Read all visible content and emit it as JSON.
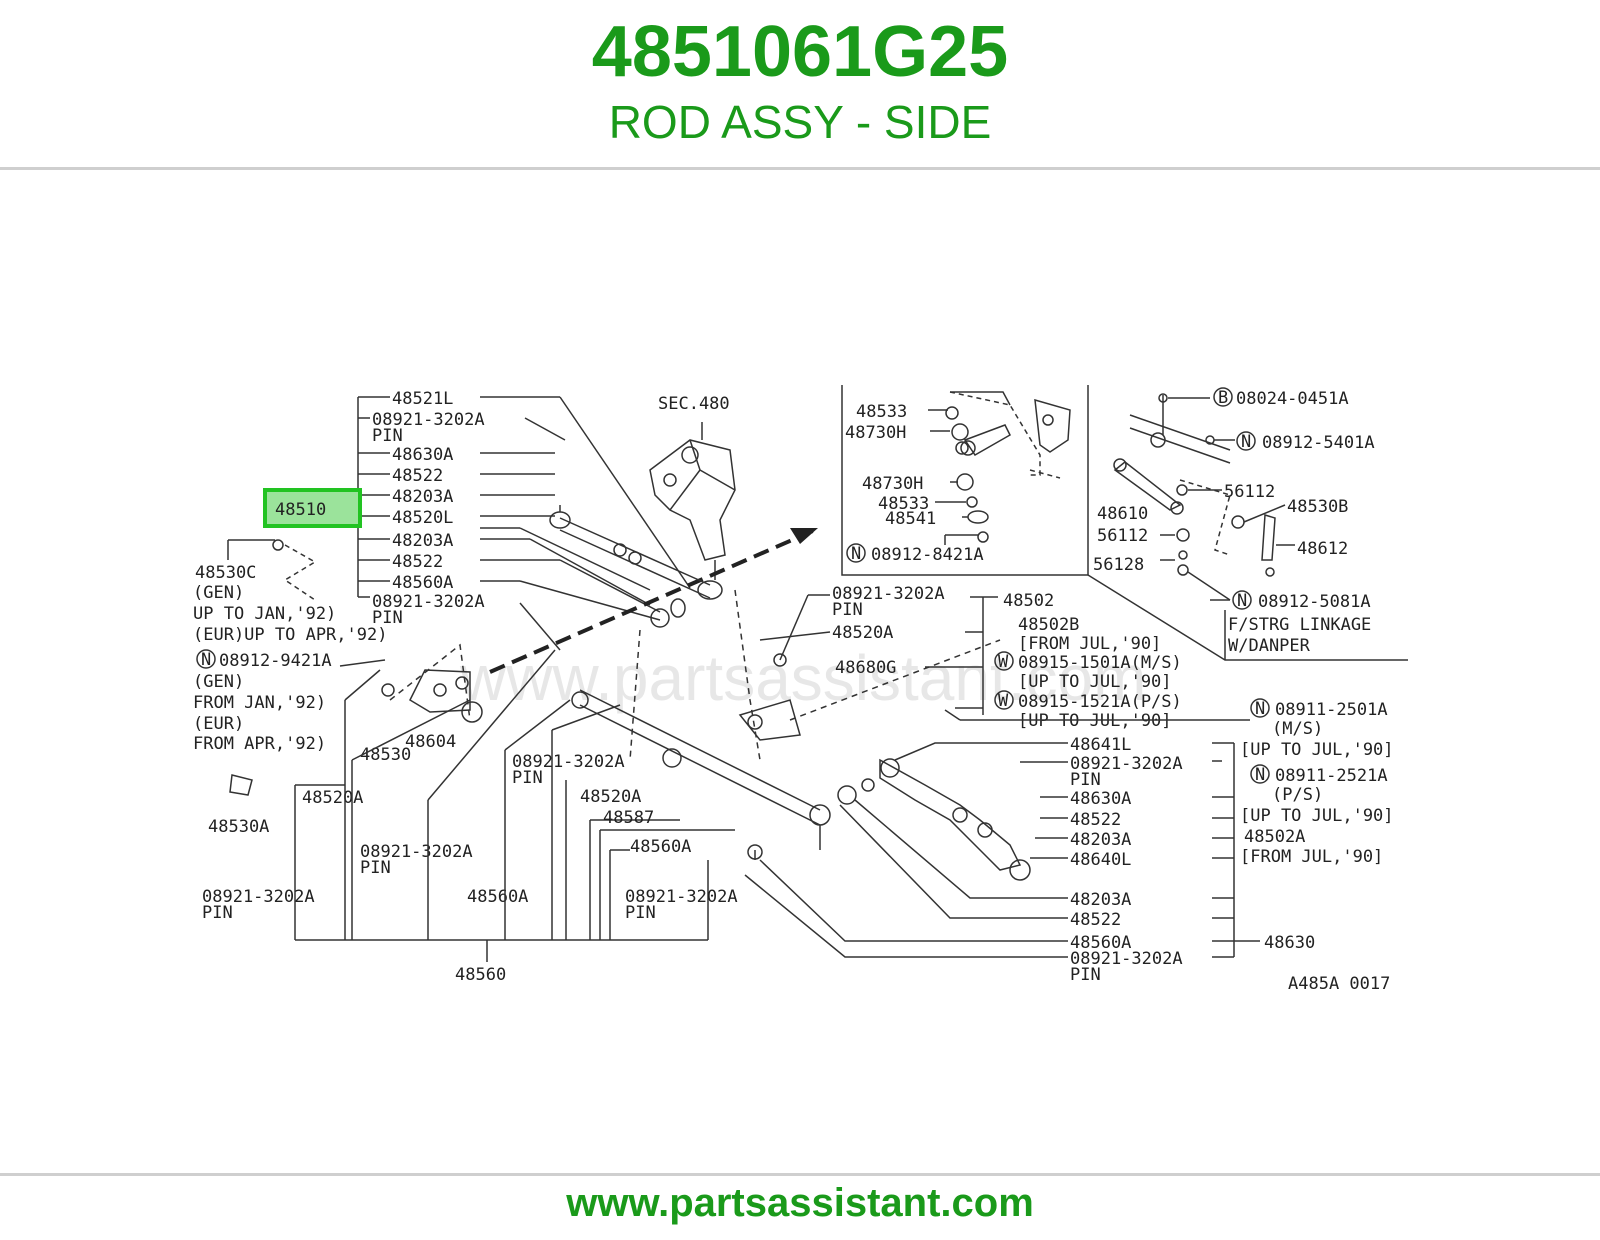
{
  "header": {
    "part_number": "4851061G25",
    "part_name": "ROD ASSY - SIDE"
  },
  "footer": {
    "url": "www.partsassistant.com"
  },
  "colors": {
    "brand_green": "#1a9a1a",
    "highlight_fill": "#9be39b",
    "highlight_border": "#22c322",
    "line": "#333333"
  },
  "diagram": {
    "watermark": "www.partsassistant.com",
    "highlighted_part": "48510",
    "sec": "SEC.480",
    "code": "A485A 0017",
    "left_labels": [
      "48521L",
      "08921-3202A",
      "PIN",
      "48630A",
      "48522",
      "48203A",
      "48520L",
      "48203A",
      "48522",
      "48560A",
      "08921-3202A",
      "PIN"
    ],
    "left_notes": [
      "48530C",
      "(GEN)",
      "UP TO JAN,'92)",
      "(EUR)UP TO APR,'92)",
      "N",
      "08912-9421A",
      "(GEN)",
      "FROM JAN,'92)",
      "(EUR)",
      "FROM APR,'92)"
    ],
    "lower_left": [
      "48530",
      "48604",
      "48520A",
      "48530A",
      "08921-3202A",
      "PIN",
      "08921-3202A",
      "PIN",
      "48560A",
      "48560"
    ],
    "lower_mid": [
      "08921-3202A",
      "PIN",
      "48520A",
      "48587",
      "48560A",
      "08921-3202A",
      "PIN"
    ],
    "center_labels": [
      "08921-3202A",
      "PIN",
      "48520A",
      "48680G",
      "48502",
      "48502B",
      "[FROM JUL,'90]",
      "W",
      "08915-1501A(M/S)",
      "[UP TO JUL,'90]",
      "W",
      "08915-1521A(P/S)",
      "[UP TO JUL,'90]"
    ],
    "inset_labels": [
      "48533",
      "48730H",
      "48730H",
      "48533",
      "48541",
      "N",
      "08912-8421A"
    ],
    "right_inset": [
      "B",
      "08024-0451A",
      "N",
      "08912-5401A",
      "48610",
      "56112",
      "56112",
      "48530B",
      "48612",
      "56128",
      "N",
      "08912-5081A",
      "F/STRG LINKAGE",
      "W/DANPER"
    ],
    "right_labels": [
      "48641L",
      "08921-3202A",
      "PIN",
      "48630A",
      "48522",
      "48203A",
      "48640L",
      "48203A",
      "48522",
      "48560A",
      "08921-3202A",
      "PIN",
      "48630"
    ],
    "right_notes": [
      "N",
      "08911-2501A",
      "(M/S)",
      "[UP TO JUL,'90]",
      "N",
      "08911-2521A",
      "(P/S)",
      "[UP TO JUL,'90]",
      "48502A",
      "[FROM JUL,'90]"
    ]
  }
}
